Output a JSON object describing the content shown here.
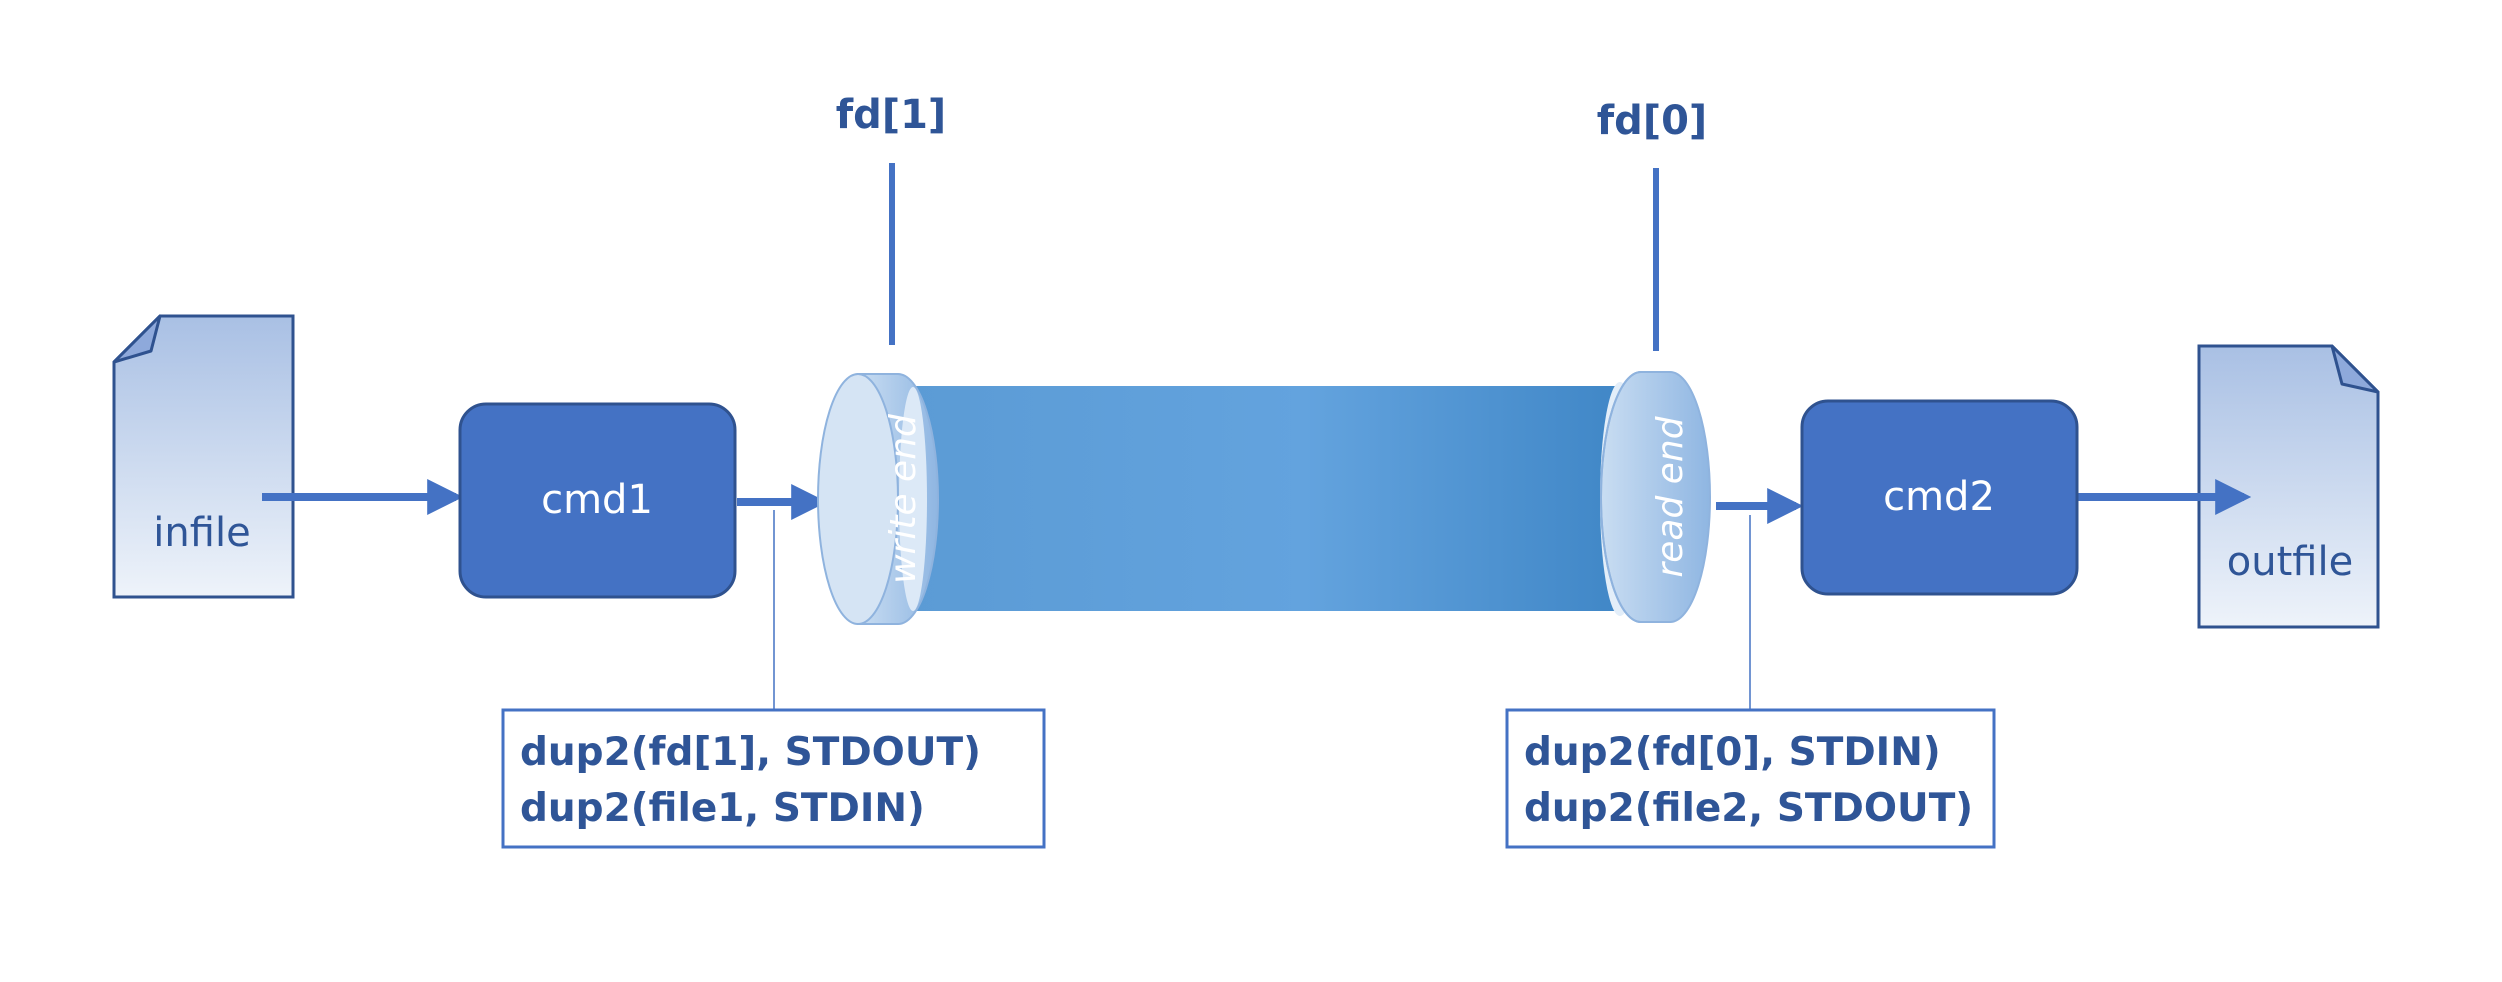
{
  "files": {
    "input": "infile",
    "output": "outfile"
  },
  "commands": {
    "first": "cmd1",
    "second": "cmd2"
  },
  "pipe": {
    "write_label": "write end",
    "read_label": "read end",
    "write_fd": "fd[1]",
    "read_fd": "fd[0]"
  },
  "notes": {
    "left": [
      "dup2(fd[1], STDOUT)",
      "dup2(file1, STDIN)"
    ],
    "right": [
      "dup2(fd[0], STDIN)",
      "dup2(file2, STDOUT)"
    ]
  },
  "colors": {
    "primary": "#4472C4",
    "dark_text": "#2F5597",
    "outline": "#2F528F",
    "file_fill_top": "#A9C0E4",
    "file_fill_bottom": "#EEF3FA",
    "pipe_light": "#6FA8DC",
    "pipe_dark": "#3E86C6",
    "cap_fill": "#9DC0E6"
  },
  "icons": {
    "file": "document-icon",
    "arrow": "arrow-right-icon"
  }
}
